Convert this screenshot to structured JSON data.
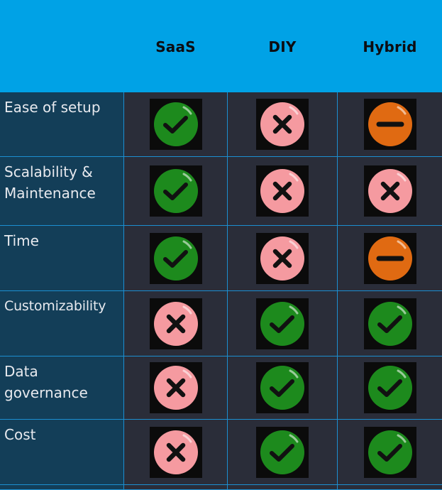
{
  "header": {
    "columns": [
      "SaaS",
      "DIY",
      "Hybrid"
    ]
  },
  "rows": [
    {
      "label": "Ease of setup",
      "statuses": [
        "check",
        "cross",
        "minus"
      ]
    },
    {
      "label": "Scalability & Maintenance",
      "statuses": [
        "check",
        "cross",
        "cross"
      ]
    },
    {
      "label": "Time",
      "statuses": [
        "check",
        "cross",
        "minus"
      ]
    },
    {
      "label": "Customizability",
      "statuses": [
        "cross",
        "check",
        "check"
      ]
    },
    {
      "label": "Data governance",
      "statuses": [
        "cross",
        "check",
        "check"
      ]
    },
    {
      "label": "Cost",
      "statuses": [
        "cross",
        "check",
        "check"
      ]
    }
  ],
  "icons": {
    "check": {
      "name": "check-circle-icon",
      "color": "#1d8a1d"
    },
    "cross": {
      "name": "x-circle-icon",
      "color": "#f59aa0"
    },
    "minus": {
      "name": "minus-circle-icon",
      "color": "#e06a12"
    }
  },
  "colors": {
    "header_bg": "#00a2e6",
    "row_label_bg": "#133e58",
    "cell_bg": "#2a2d39",
    "grid_line": "#1c8fd1"
  }
}
